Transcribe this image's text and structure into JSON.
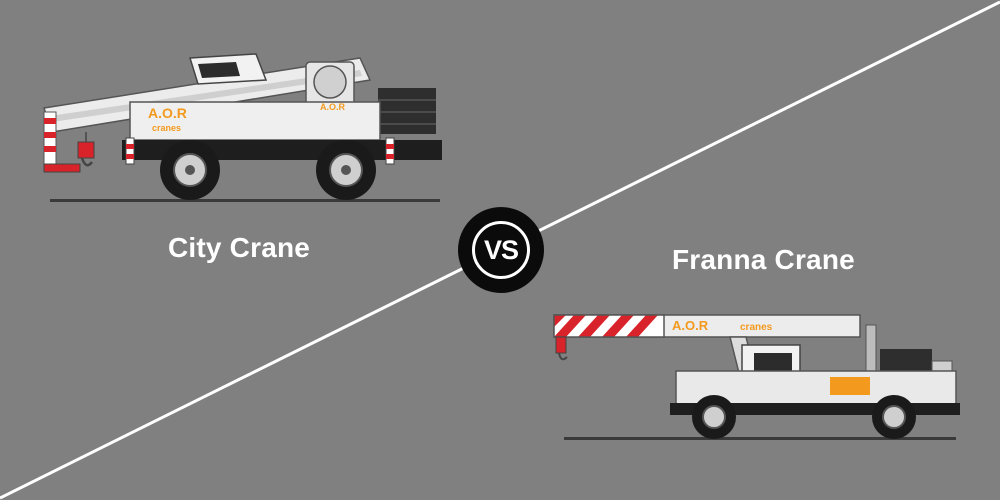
{
  "labels": {
    "left": "City Crane",
    "right": "Franna Crane",
    "vs": "VS"
  },
  "branding": {
    "logo_text": "A.O.R",
    "logo_sub": "cranes"
  },
  "icons": {
    "city_crane": "city-crane-illustration",
    "franna_crane": "franna-crane-illustration",
    "vs_badge": "versus-badge",
    "divider": "diagonal-divider-line"
  },
  "colors": {
    "background": "#808080",
    "divider": "#ffffff",
    "badge": "#0b0b0b",
    "text": "#ffffff",
    "accent_orange": "#f39a1e",
    "accent_red": "#d8232a"
  }
}
